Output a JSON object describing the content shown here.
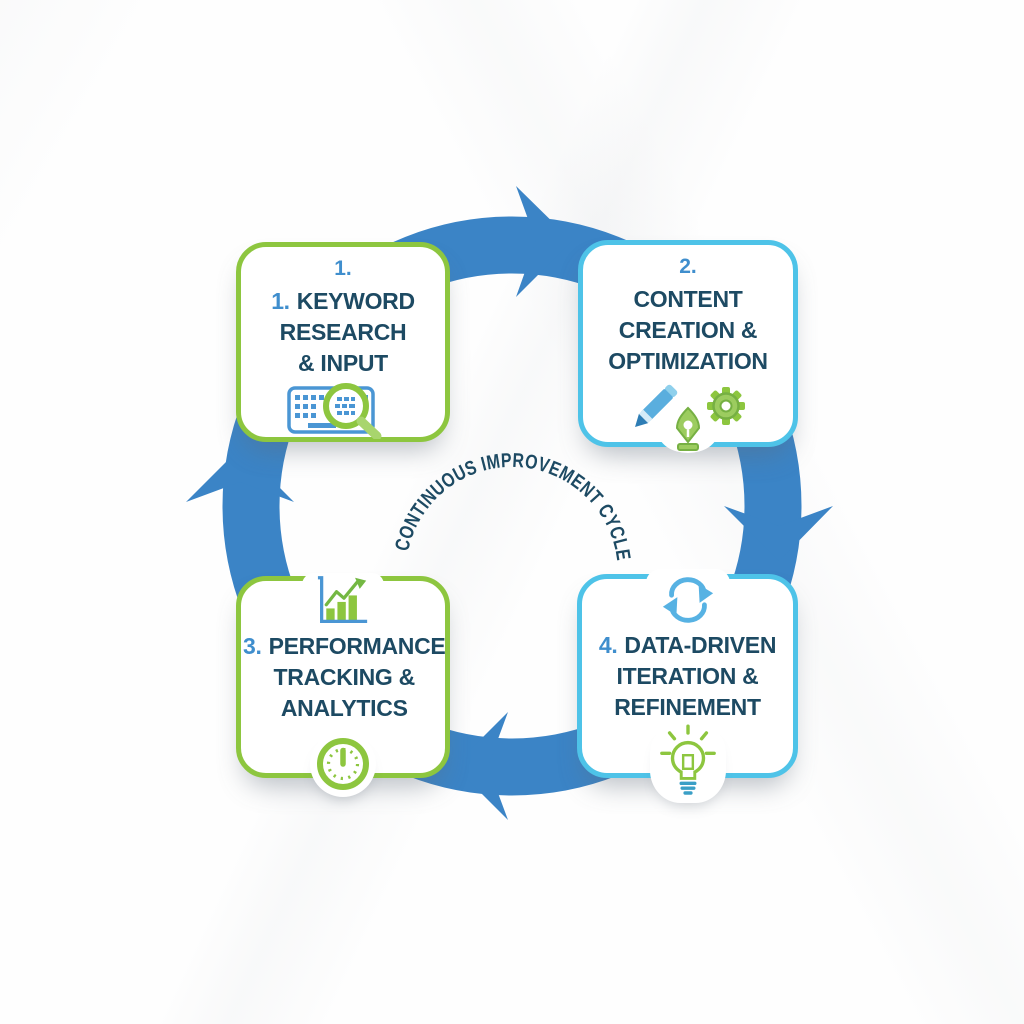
{
  "diagram": {
    "center_label": "CONTINUOUS IMPROVEMENT CYCLE",
    "flow_direction": "clockwise",
    "steps": [
      {
        "number_top": "1.",
        "inline_number": "1.",
        "title_line1": "KEYWORD",
        "title_lines_rest": [
          "RESEARCH",
          "& INPUT"
        ],
        "icons": [
          "keyboard-with-magnifier"
        ],
        "accent_color": "#8dc63f"
      },
      {
        "number_top": "2.",
        "inline_number": "",
        "title_line1": "CONTENT",
        "title_lines_rest": [
          "CREATION &",
          "OPTIMIZATION"
        ],
        "icons": [
          "pen",
          "fountain-nib",
          "gear"
        ],
        "accent_color": "#4ec3e8"
      },
      {
        "number_top": "",
        "inline_number": "3.",
        "title_line1": "PERFORMANCE",
        "title_lines_rest": [
          "TRACKING &",
          "ANALYTICS"
        ],
        "icons": [
          "growth-bar-chart",
          "clock"
        ],
        "accent_color": "#8dc63f"
      },
      {
        "number_top": "",
        "inline_number": "4.",
        "title_line1": "DATA-DRIVEN",
        "title_lines_rest": [
          "ITERATION &",
          "REFINEMENT"
        ],
        "icons": [
          "refresh-arrows",
          "lightbulb"
        ],
        "accent_color": "#4ec3e8"
      }
    ],
    "colors": {
      "arrow_blue": "#3b84c6",
      "green_accent": "#8dc63f",
      "sky_blue_accent": "#4ec3e8",
      "heading_navy": "#1d4a63",
      "number_blue": "#3f8ecd"
    }
  }
}
